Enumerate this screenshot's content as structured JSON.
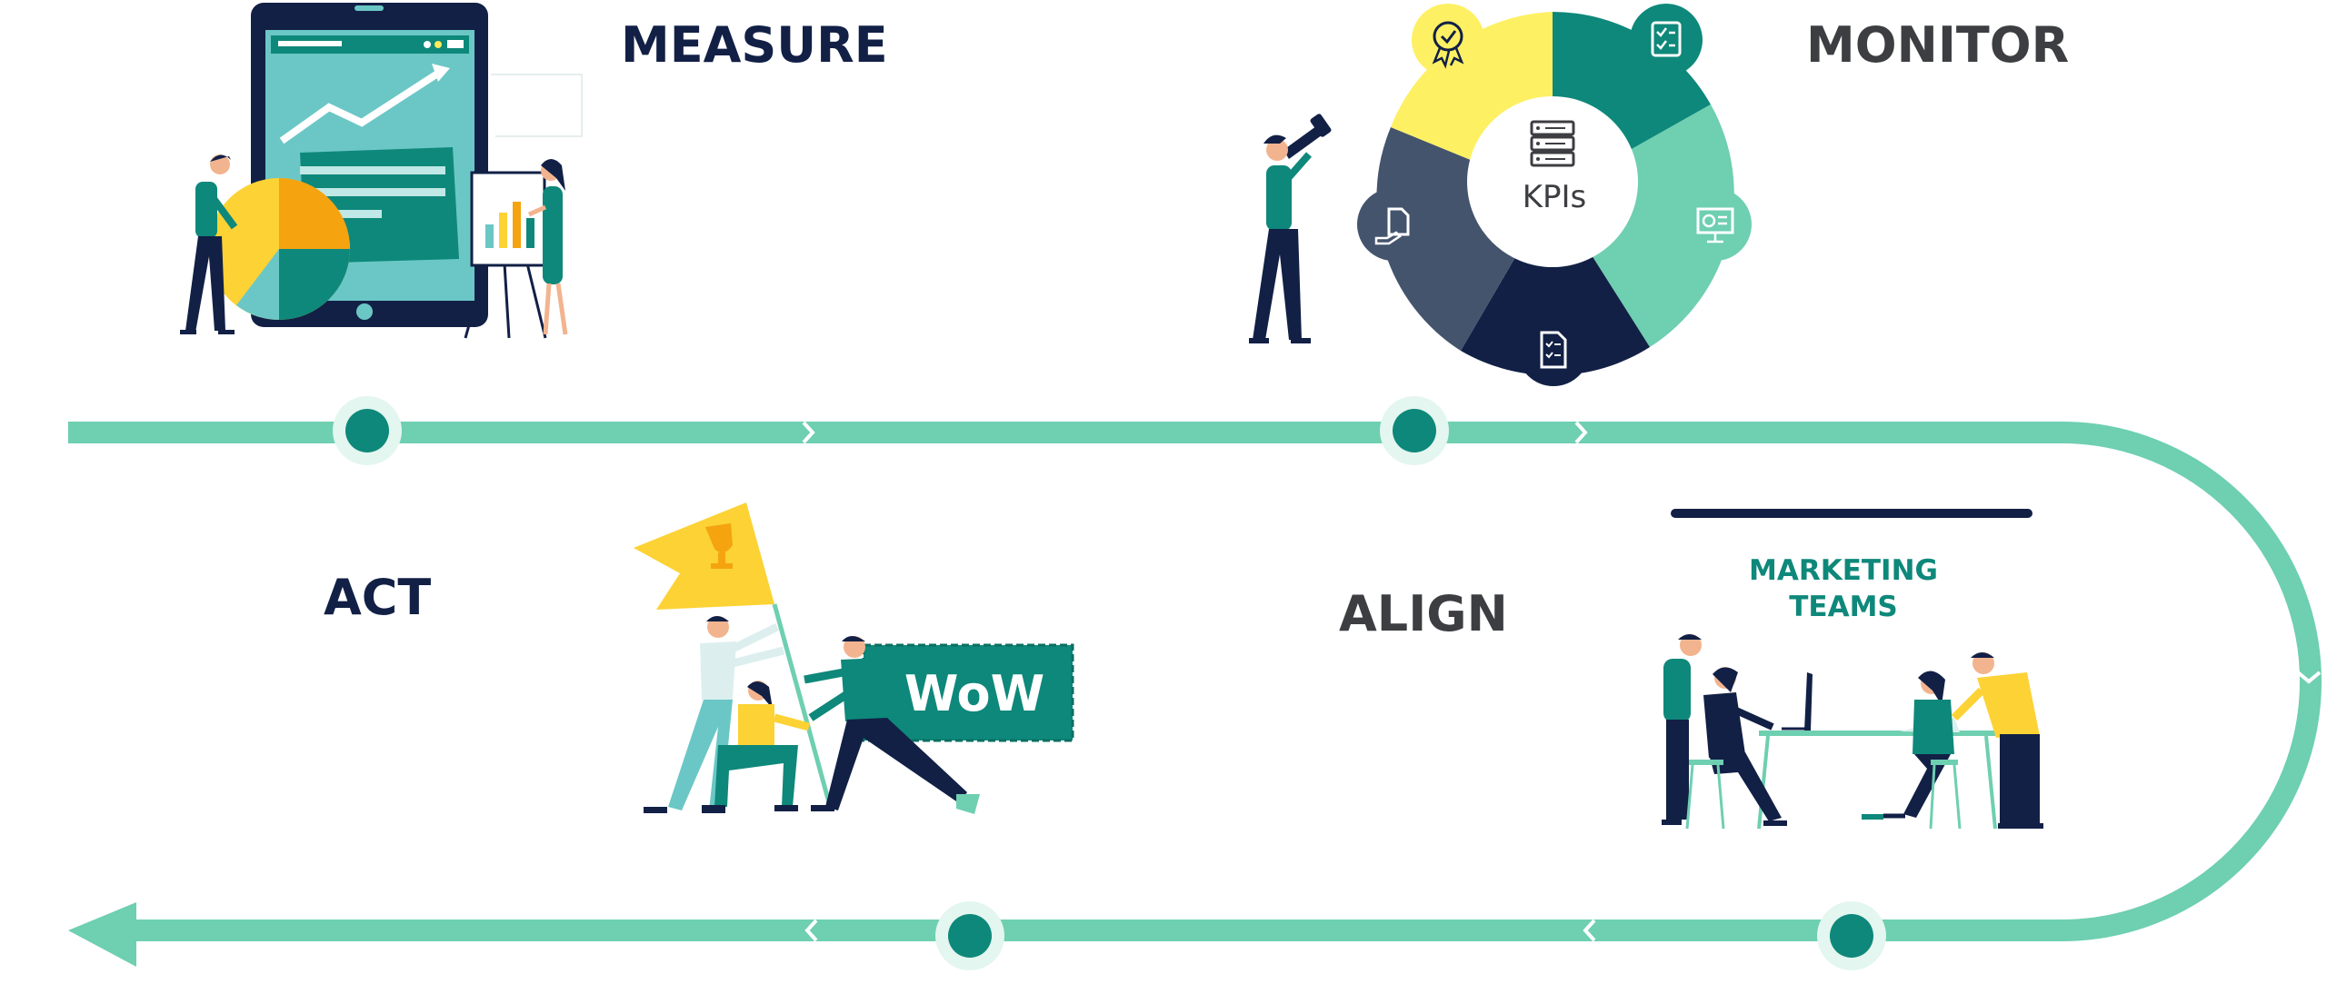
{
  "steps": {
    "measure": "MEASURE",
    "monitor": "MONITOR",
    "act": "ACT",
    "align": "ALIGN"
  },
  "kpi_wheel": {
    "center_label": "KPIs"
  },
  "flag_sign": "WoW",
  "whiteboard": {
    "line1": "MARKETING",
    "line2": "TEAMS"
  },
  "colors": {
    "track": "#6ecfb1",
    "node": "#0e887a",
    "node_halo": "#e3f6ef",
    "navy": "#122046",
    "teal": "#0e887a",
    "teal_light": "#6ecfb1",
    "yellow": "#fdec5c",
    "slate": "#44546d",
    "heading_dark": "#122046",
    "heading_gray": "#3d3e42"
  },
  "icons": [
    "tablet-chart-icon",
    "pie-chart-icon",
    "telescope-icon",
    "award-icon",
    "checklist-icon",
    "presentation-icon",
    "document-icon",
    "hand-document-icon",
    "server-icon",
    "trophy-icon"
  ]
}
